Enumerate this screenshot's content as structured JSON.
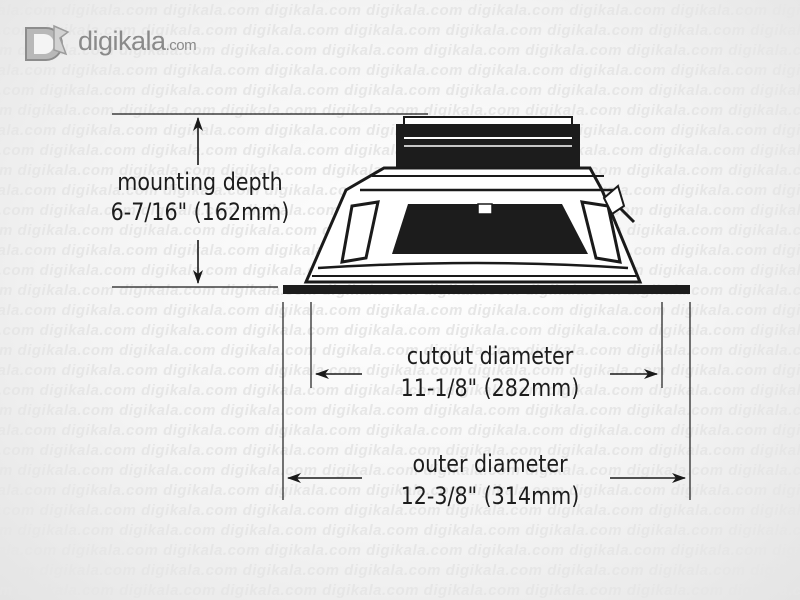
{
  "watermark": {
    "text": "digikala.com"
  },
  "logo": {
    "name": "digikala",
    "suffix": ".com"
  },
  "diagram": {
    "mounting_depth": {
      "label": "mounting depth",
      "value": "6-7/16\" (162mm)"
    },
    "cutout_diameter": {
      "label": "cutout diameter",
      "value": "11-1/8\" (282mm)"
    },
    "outer_diameter": {
      "label": "outer diameter",
      "value": "12-3/8\" (314mm)"
    }
  },
  "colors": {
    "line": "#1a1a1a",
    "watermark": "#e6e6e6",
    "logo_text": "#8a8a8a"
  }
}
